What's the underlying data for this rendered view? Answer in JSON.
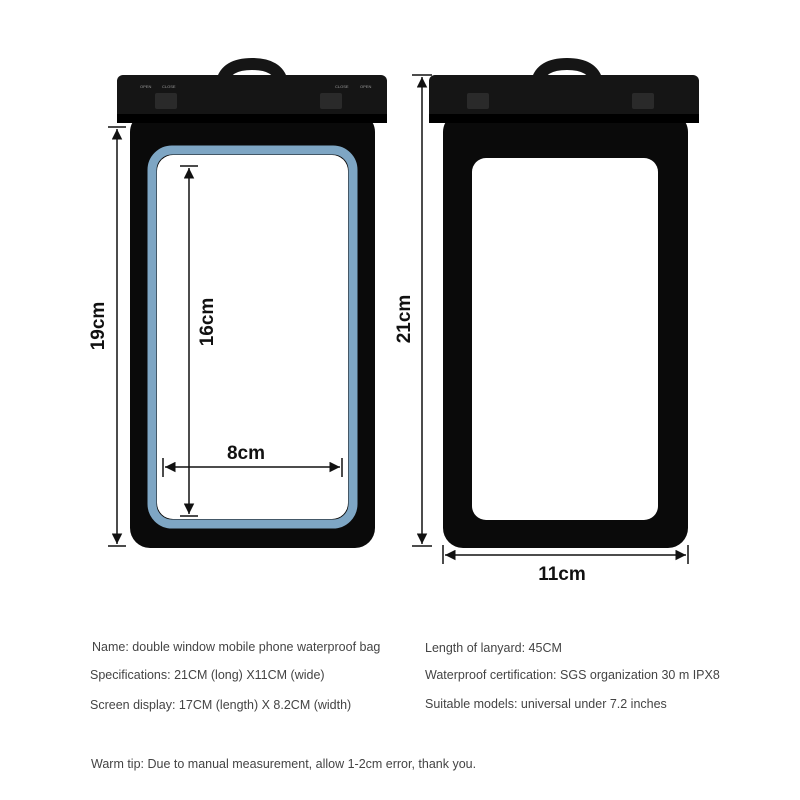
{
  "dimensions": {
    "front_height": "19cm",
    "window_height": "16cm",
    "window_width": "8cm",
    "back_height": "21cm",
    "back_width": "11cm"
  },
  "clasp_labels": {
    "open": "OPEN",
    "close": "CLOSE"
  },
  "specs": {
    "name": "Name: double window mobile phone waterproof bag",
    "specifications": "Specifications: 21CM (long) X11CM (wide)",
    "screen_display": "Screen display: 17CM (length) X 8.2CM (width)",
    "lanyard": "Length of lanyard: 45CM",
    "certification": "Waterproof certification: SGS organization 30 m IPX8",
    "models": "Suitable models: universal under 7.2 inches"
  },
  "warm_tip": "Warm tip: Due to manual measurement, allow 1-2cm error, thank you.",
  "colors": {
    "bag": "#0a0a0a",
    "clip": "#151515",
    "window_rim_blue": "#7ea6c4",
    "window_glass": "#ffffff",
    "dimension_line": "#111111",
    "spec_text": "#444444"
  }
}
